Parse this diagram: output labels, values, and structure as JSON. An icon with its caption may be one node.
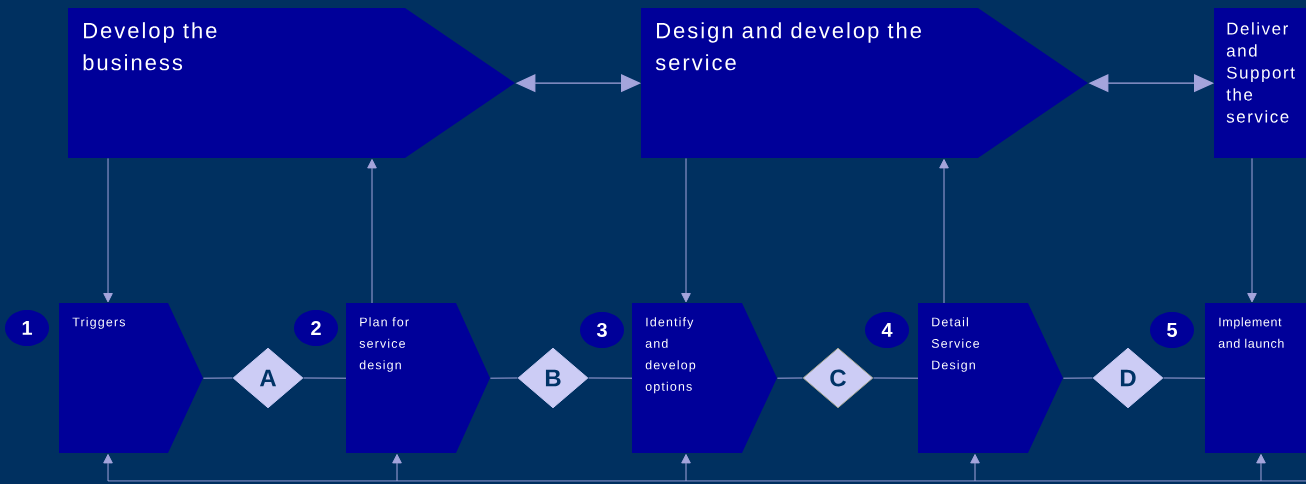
{
  "diagram": {
    "nodes": [
      {
        "text": [
          "Develop the business"
        ]
      },
      {
        "text": [
          "Design and develop the service"
        ]
      },
      {
        "text": [
          "Deliver and Support the service"
        ]
      },
      {
        "text": [
          "1"
        ]
      },
      {
        "text": [
          "Triggers"
        ]
      },
      {
        "text": [
          "A"
        ]
      },
      {
        "text": [
          "2"
        ]
      },
      {
        "text": [
          "Plan for service design"
        ]
      },
      {
        "text": [
          "B"
        ]
      },
      {
        "text": [
          "3"
        ]
      },
      {
        "text": [
          "Identify and develop options"
        ]
      },
      {
        "text": [
          "C"
        ]
      },
      {
        "text": [
          "4"
        ]
      },
      {
        "text": [
          "Detail Service Design"
        ]
      },
      {
        "text": [
          "D"
        ]
      },
      {
        "text": [
          "5"
        ]
      },
      {
        "text": [
          "Implement and launch"
        ]
      }
    ],
    "edges": [
      {
        "from": 0,
        "to": 1,
        "arrow": "both"
      },
      {
        "from": 1,
        "to": 2,
        "arrow": "both"
      },
      {
        "from": 0,
        "to": 4,
        "arrow": "to"
      },
      {
        "from": 7,
        "to": 0,
        "arrow": "to"
      },
      {
        "from": 1,
        "to": 10,
        "arrow": "to"
      },
      {
        "from": 13,
        "to": 1,
        "arrow": "to"
      },
      {
        "from": 2,
        "to": 16,
        "arrow": "to"
      },
      {
        "from": 4,
        "to": 5,
        "arrow": "none"
      },
      {
        "from": 5,
        "to": 7,
        "arrow": "none"
      },
      {
        "from": 7,
        "to": 8,
        "arrow": "none"
      },
      {
        "from": 8,
        "to": 10,
        "arrow": "none"
      },
      {
        "from": 10,
        "to": 11,
        "arrow": "none"
      },
      {
        "from": 11,
        "to": 13,
        "arrow": "none"
      },
      {
        "from": 13,
        "to": 14,
        "arrow": "none"
      },
      {
        "from": 14,
        "to": 16,
        "arrow": "none"
      },
      {
        "from": null,
        "to": 4,
        "arrow": "to"
      },
      {
        "from": null,
        "to": 7,
        "arrow": "to"
      },
      {
        "from": null,
        "to": 10,
        "arrow": "to"
      },
      {
        "from": null,
        "to": 13,
        "arrow": "to"
      },
      {
        "from": null,
        "to": 16,
        "arrow": "to"
      }
    ]
  }
}
